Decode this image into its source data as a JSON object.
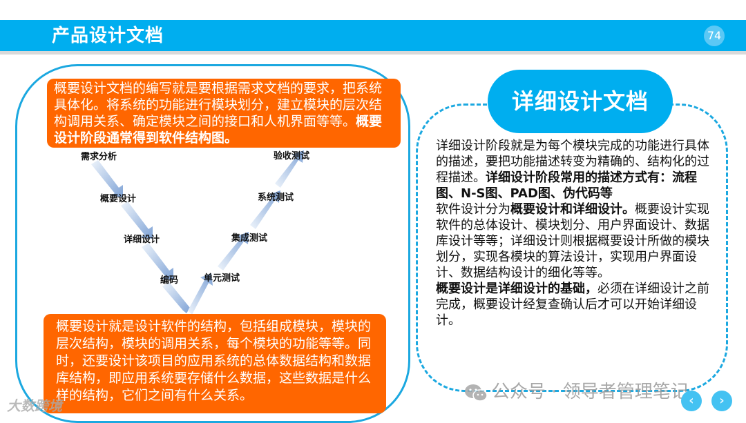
{
  "header": {
    "title": "产品设计文档",
    "page_number": "74"
  },
  "left_panel": {
    "top_box": {
      "text_normal": "概要设计文档的编写就是要根据需求文档的要求，把系统具体化。将系统的功能进行模块划分，建立模块的层次结构调用关系、确定模块之间的接口和人机界面等等。",
      "text_bold": "概要设计阶段通常得到软件结构图。"
    },
    "v_model": {
      "left_branch": [
        "需求分析",
        "概要设计",
        "详细设计",
        "编码"
      ],
      "right_branch": [
        "单元测试",
        "集成测试",
        "系统测试",
        "验收测试"
      ]
    },
    "bottom_box": {
      "text": "概要设计就是设计软件的结构，包括组成模块，模块的层次结构，模块的调用关系，每个模块的功能等等。同时，还要设计该项目的应用系统的总体数据结构和数据库结构，即应用系统要存储什么数据，这些数据是什么样的结构，它们之间有什么关系。"
    }
  },
  "right_panel": {
    "title": "详细设计文档",
    "p1_normal": " 详细设计阶段就是为每个模块完成的功能进行具体的描述，要把功能描述转变为精确的、结构化的过程描述。",
    "p1_bold": "详细设计阶段常用的描述方式有：流程图、N-S图、PAD图、伪代码等",
    "p2_prefix": "软件设计分为",
    "p2_bold": "概要设计和详细设计。",
    "p2_rest": "概要设计实现软件的总体设计、模块划分、用户界面设计、数据库设计等等；详细设计则根据概要设计所做的模块划分，实现各模块的算法设计，实现用户界面设计、数据结构设计的细化等等。",
    "p3_bold": "概要设计是详细设计的基础，",
    "p3_rest": "必须在详细设计之前完成，概要设计经复查确认后才可以开始详细设计。"
  },
  "watermarks": {
    "wechat": "公众号 · 领导者管理笔记",
    "logo": "大数跨境"
  },
  "nav": {
    "prev": "‹",
    "next": "›"
  },
  "colors": {
    "accent_blue": "#00aeef",
    "orange": "#ff6600"
  }
}
